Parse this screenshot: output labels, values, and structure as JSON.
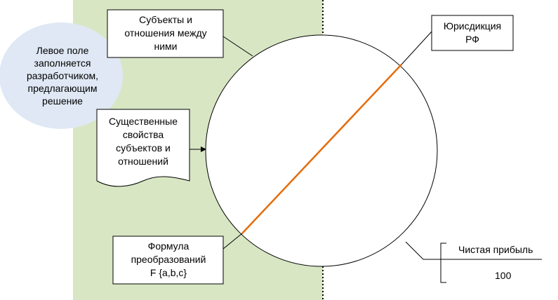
{
  "colors": {
    "left_field": "#d8e6c4",
    "ellipse": "#dfe8f4",
    "orange_line": "#e46c0a",
    "stroke": "#000000",
    "box_fill": "#ffffff"
  },
  "ellipse_note": {
    "lines": [
      "Левое поле",
      "заполняется",
      "разработчиком,",
      "предлагающим",
      "решение"
    ]
  },
  "box_subjects": {
    "lines": [
      "Субъекты и",
      "отношения между",
      "ними"
    ]
  },
  "box_properties": {
    "lines": [
      "Существенные",
      "свойства",
      "субъектов и",
      "отношений"
    ]
  },
  "box_formula": {
    "lines": [
      "Формула",
      "преобразований",
      "F {a,b,c}"
    ]
  },
  "box_jurisdiction": {
    "lines": [
      "Юрисдикция",
      "РФ"
    ]
  },
  "net_profit": {
    "label": "Чистая прибыль",
    "value": "100"
  }
}
